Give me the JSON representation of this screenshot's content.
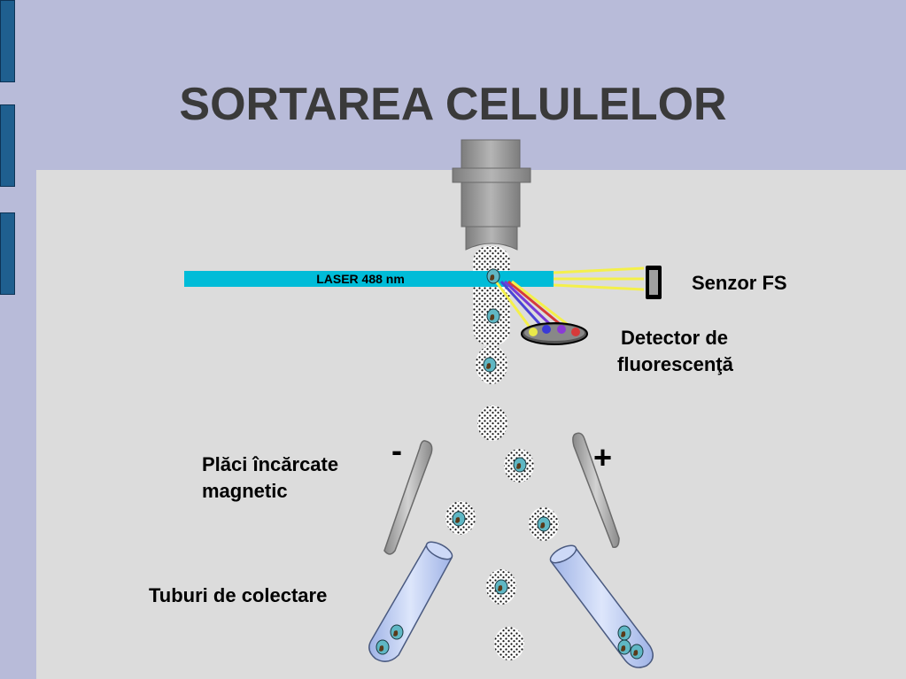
{
  "title": "SORTAREA CELULELOR",
  "laser_label": "LASER 488 nm",
  "labels": {
    "fs_sensor": "Senzor FS",
    "fluorescence_detector_line1": "Detector de",
    "fluorescence_detector_line2": "fluorescenţă",
    "plates_line1": "Plăci încărcate",
    "plates_line2": "magnetic",
    "tubes": "Tuburi de colectare"
  },
  "plate_signs": {
    "left": "-",
    "right": "+"
  },
  "colors": {
    "background": "#b8bbd9",
    "panel": "#dcdcdc",
    "side_bar": "#1f5f8f",
    "laser": "#00bcd8",
    "nozzle": "#9a9a9a",
    "cell": "#5fb7c4",
    "nucleus": "#5a3a1a",
    "tube": "#b9c9ee",
    "plate": "#a8a8a8"
  },
  "icons": [
    "nozzle-icon",
    "fs-sensor-icon",
    "fluorescence-detector-icon",
    "droplet-icon",
    "cell-icon",
    "charged-plate-icon",
    "collection-tube-icon"
  ]
}
